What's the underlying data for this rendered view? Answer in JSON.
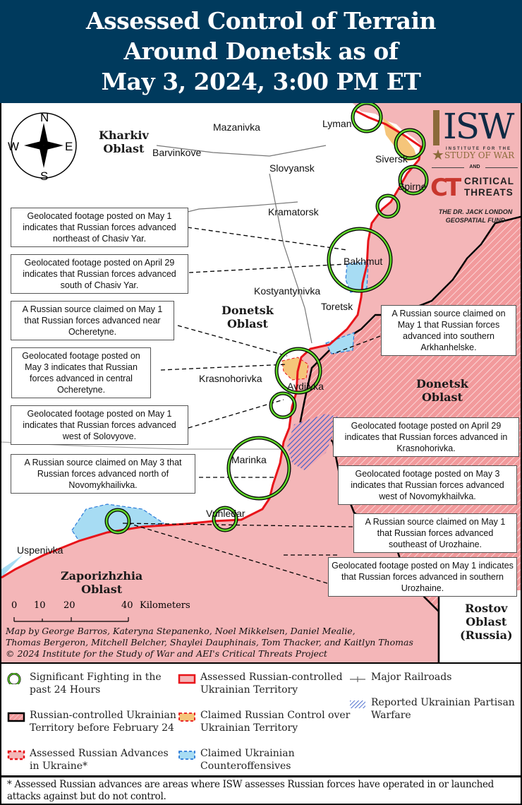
{
  "title": {
    "line1": "Assessed Control of Terrain",
    "line2": "Around Donetsk as of",
    "line3": "May 3, 2024, 3:00 PM ET"
  },
  "compass": {
    "n": "N",
    "s": "S",
    "e": "E",
    "w": "W"
  },
  "logos": {
    "isw": "ISW",
    "isw_sub1": "INSTITUTE FOR THE",
    "isw_sub2": "STUDY OF WAR",
    "and": "AND",
    "ct_mark": "CT",
    "ct_line1": "CRITICAL",
    "ct_line2": "THREATS",
    "jl_line1": "THE DR. JACK LONDON",
    "jl_line2": "GEOSPATIAL FUND"
  },
  "colors": {
    "title_bg": "#003a5d",
    "russian_controlled": "#f4b6b8",
    "frontline": "#e8141a",
    "claimed_russian": "#f5c57a",
    "claimed_ukrainian": "#a7dcf3",
    "fighting_circle": "#5fd52a",
    "partisan": "#3a5fc8"
  },
  "oblasts": {
    "kharkiv": [
      "Kharkiv",
      "Oblast"
    ],
    "donetsk_west": [
      "Donetsk",
      "Oblast"
    ],
    "donetsk_east": [
      "Donetsk",
      "Oblast"
    ],
    "zaporizhzhia": [
      "Zaporizhzhia",
      "Oblast"
    ],
    "rostov": [
      "Rostov",
      "Oblast",
      "(Russia)"
    ]
  },
  "places": {
    "mazanivka": "Mazanivka",
    "barvinkove": "Barvinkove",
    "lyman": "Lyman",
    "slovyansk": "Slovyansk",
    "siversk": "Siversk",
    "spirne": "Spirne",
    "kramatorsk": "Kramatorsk",
    "bakhmut": "Bakhmut",
    "kostyantynivka": "Kostyantynivka",
    "toretsk": "Toretsk",
    "krasnohorivka": "Krasnohorivka",
    "avdiivka": "Avdiivka",
    "marinka": "Marinka",
    "vuhledar": "Vuhledar",
    "uspenivka": "Uspenivka"
  },
  "callouts": [
    {
      "text": "Geolocated footage posted on May 1 indicates that Russian forces advanced northeast of Chasiv Yar."
    },
    {
      "text": "Geolocated footage posted on April 29 indicates that Russian forces advanced south of Chasiv Yar."
    },
    {
      "text": "A Russian source claimed on May 1 that Russian forces advanced near Ocheretyne."
    },
    {
      "text": "Geolocated footage posted on May 3 indicates that Russian forces advanced in central Ocheretyne."
    },
    {
      "text": "Geolocated footage posted on May 1 indicates that Russian forces advanced west of Solovyove."
    },
    {
      "text": "A Russian source claimed on May 3 that Russian forces advanced north of Novomykhailivka."
    },
    {
      "text": "A Russian source claimed on May 1 that Russian forces advanced into southern Arkhanhelske."
    },
    {
      "text": "Geolocated footage posted on April 29 indicates that Russian forces advanced in Krasnohorivka."
    },
    {
      "text": "Geolocated footage posted on May 3 indicates that Russian forces advanced west of Novomykhailvka."
    },
    {
      "text": "A Russian source claimed on May 1 that Russian forces advanced southeast of Urozhaine."
    },
    {
      "text": "Geolocated footage posted on May 1 indicates that Russian forces advanced in southern Urozhaine."
    }
  ],
  "scale": {
    "ticks": [
      "0",
      "10",
      "20",
      "40"
    ],
    "unit": "Kilometers"
  },
  "credits": {
    "line1": "Map by George Barros, Kateryna Stepanenko, Noel Mikkelsen, Daniel Mealie,",
    "line2": "Thomas Bergeron, Mitchell Belcher, Shaylei Dauphinais, Tom Thacker, and Kaitlyn Thomas",
    "line3": "© 2024 Institute for the Study of War and AEI's Critical Threats Project"
  },
  "legend": {
    "items": [
      {
        "label": "Significant Fighting in the past 24 Hours",
        "icon": "green-circle-icon"
      },
      {
        "label": "Assessed Russian-controlled Ukrainian Territory",
        "icon": "red-outline-pink-fill-icon"
      },
      {
        "label": "Major Railroads",
        "icon": "railroad-icon"
      },
      {
        "label": "Russian-controlled Ukrainian Territory before February 24",
        "icon": "hatched-black-outline-icon"
      },
      {
        "label": "Claimed Russian Control over Ukrainian Territory",
        "icon": "orange-dashed-icon"
      },
      {
        "label": "Reported Ukrainian Partisan Warfare",
        "icon": "blue-hatched-icon"
      },
      {
        "label": "Assessed Russian Advances in Ukraine*",
        "icon": "red-dashed-pink-icon"
      },
      {
        "label": "Claimed Ukrainian Counteroffensives",
        "icon": "blue-dashed-icon"
      }
    ]
  },
  "footnote": "* Assessed Russian advances are areas where ISW assesses Russian forces have operated in or launched attacks against but do not control."
}
